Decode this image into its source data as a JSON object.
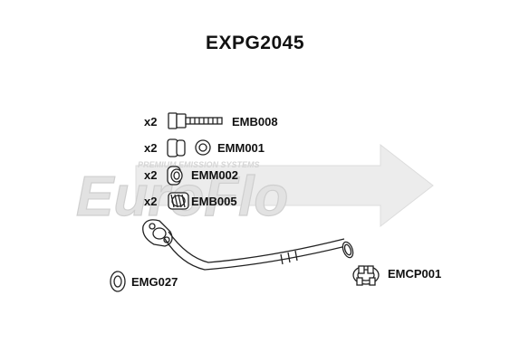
{
  "title": "EXPG2045",
  "watermark": {
    "brand": "EuroFlo",
    "tagline": "PREMIUM EMISSION SYSTEMS"
  },
  "parts": [
    {
      "qty": "x2",
      "code": "EMB008"
    },
    {
      "qty": "x2",
      "code": "EMM001"
    },
    {
      "qty": "x2",
      "code": "EMM002"
    },
    {
      "qty": "x2",
      "code": "EMB005"
    },
    {
      "qty": "",
      "code": "EMG027"
    },
    {
      "qty": "",
      "code": "EMCP001"
    }
  ],
  "colors": {
    "watermark": "#e6e6e6",
    "watermark_edge": "#d2d2d2",
    "line": "#222222"
  }
}
